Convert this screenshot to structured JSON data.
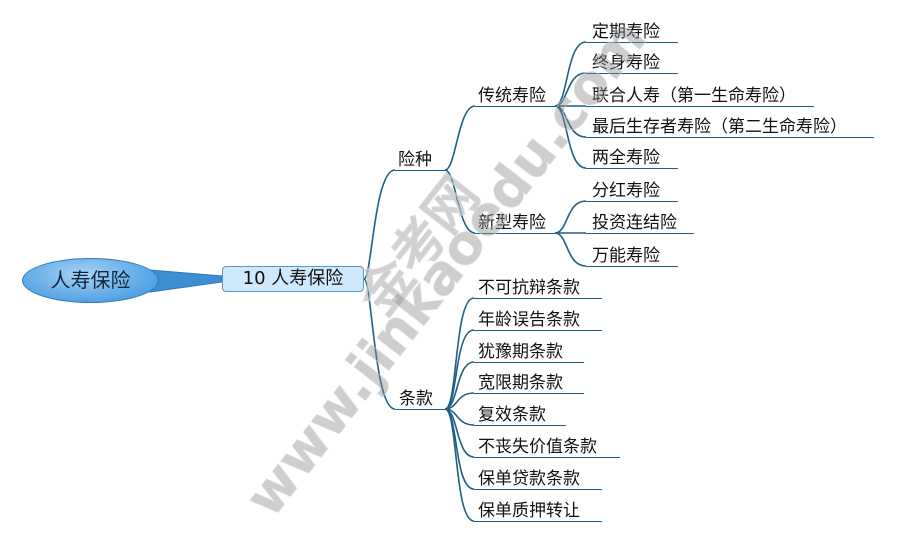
{
  "root": {
    "label": "人寿保险"
  },
  "main": {
    "label": "10 人寿保险"
  },
  "branches": {
    "types": {
      "label": "险种",
      "traditional": {
        "label": "传统寿险",
        "items": [
          "定期寿险",
          "终身寿险",
          "联合人寿（第一生命寿险）",
          "最后生存者寿险（第二生命寿险）",
          "两全寿险"
        ]
      },
      "new": {
        "label": "新型寿险",
        "items": [
          "分红寿险",
          "投资连结险",
          "万能寿险"
        ]
      }
    },
    "clauses": {
      "label": "条款",
      "items": [
        "不可抗辩条款",
        "年龄误告条款",
        "犹豫期条款",
        "宽限期条款",
        "复效条款",
        "不丧失价值条款",
        "保单贷款条款",
        "保单质押转让"
      ]
    }
  },
  "watermark": {
    "cn": "金考网",
    "url": "www.jinkaoedu.com"
  },
  "colors": {
    "line": "#1f5f85",
    "root_fill": "#5ea9e6",
    "main_fill": "#cfe8fb"
  }
}
